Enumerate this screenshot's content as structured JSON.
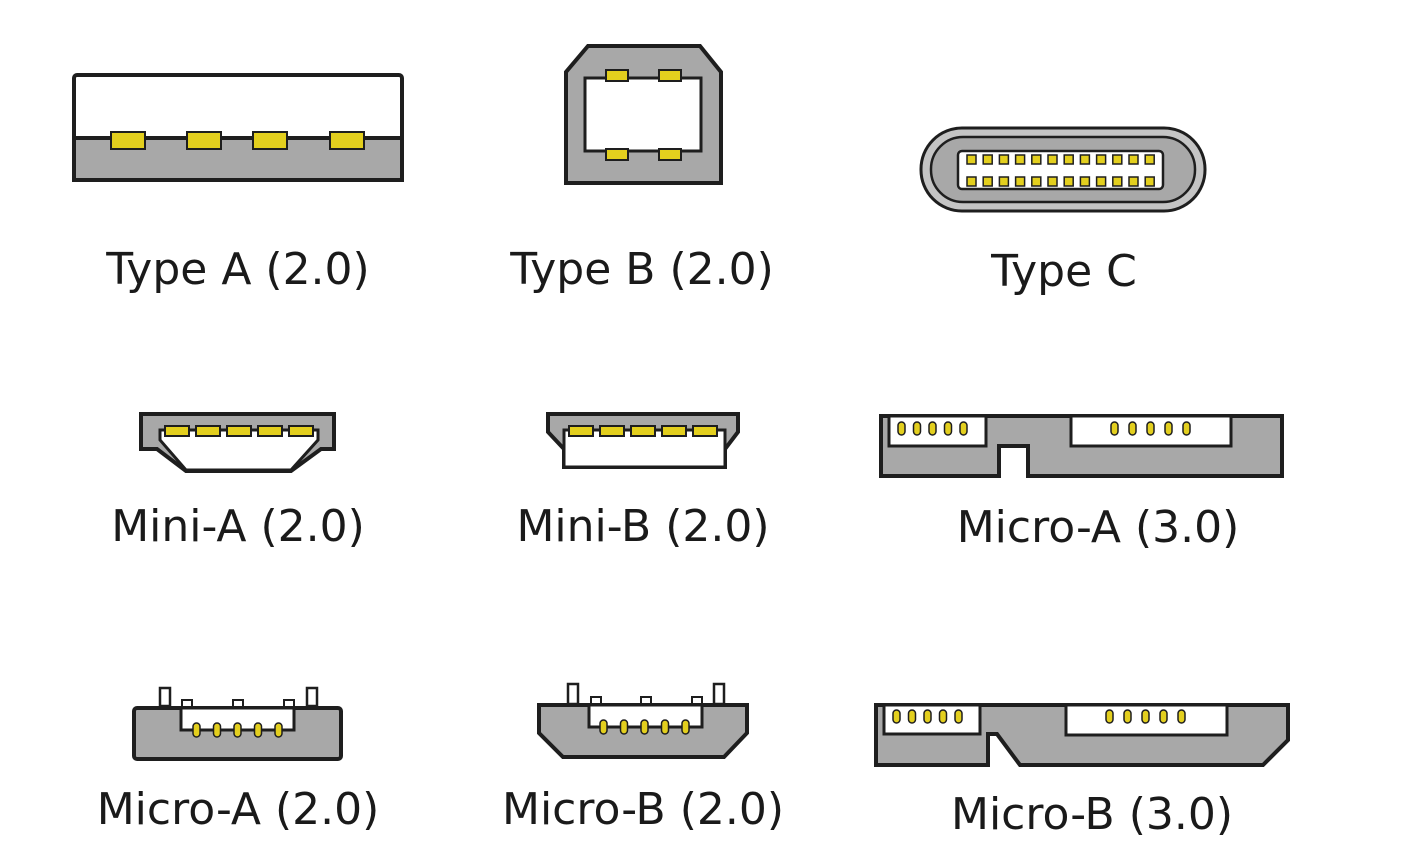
{
  "colors": {
    "outline": "#1e1e1e",
    "housing_gray": "#a8a8a8",
    "light_gray": "#c4c4c4",
    "contact_yellow": "#e3cf1e",
    "white": "#ffffff"
  },
  "connectors": [
    {
      "id": "type-a-2-0",
      "label": "Type A (2.0)",
      "icon": "usb-type-a-icon"
    },
    {
      "id": "type-b-2-0",
      "label": "Type B (2.0)",
      "icon": "usb-type-b-icon"
    },
    {
      "id": "type-c",
      "label": "Type C",
      "icon": "usb-type-c-icon"
    },
    {
      "id": "mini-a-2-0",
      "label": "Mini-A (2.0)",
      "icon": "usb-mini-a-icon"
    },
    {
      "id": "mini-b-2-0",
      "label": "Mini-B (2.0)",
      "icon": "usb-mini-b-icon"
    },
    {
      "id": "micro-a-3-0",
      "label": "Micro-A (3.0)",
      "icon": "usb-micro-a-3-icon"
    },
    {
      "id": "micro-a-2-0",
      "label": "Micro-A (2.0)",
      "icon": "usb-micro-a-2-icon"
    },
    {
      "id": "micro-b-2-0",
      "label": "Micro-B (2.0)",
      "icon": "usb-micro-b-2-icon"
    },
    {
      "id": "micro-b-3-0",
      "label": "Micro-B (3.0)",
      "icon": "usb-micro-b-3-icon"
    }
  ]
}
